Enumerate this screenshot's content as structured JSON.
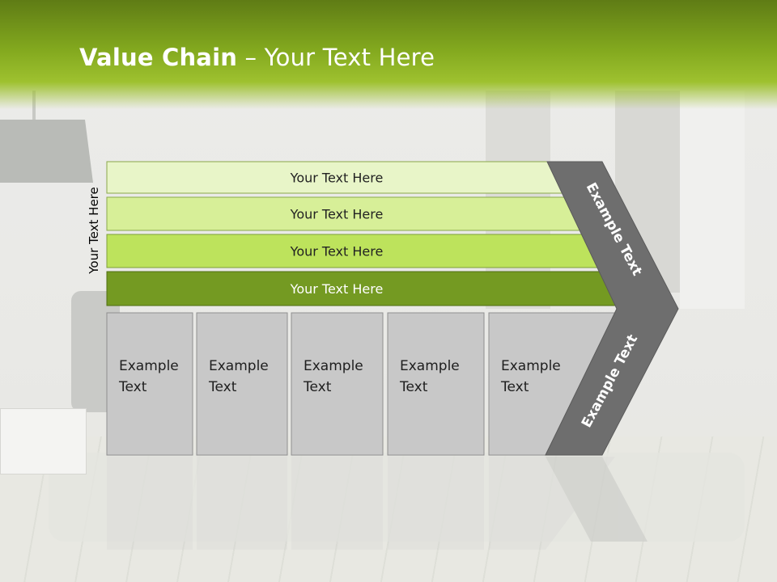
{
  "slide": {
    "title_bold": "Value Chain",
    "title_rest": " – Your Text Here"
  },
  "diagram": {
    "side_label": "Your Text Here",
    "rows": [
      {
        "label": "Your Text Here",
        "color": "#e8f5c8",
        "stroke": "#8aa84a"
      },
      {
        "label": "Your Text Here",
        "color": "#d7ef98",
        "stroke": "#8aa84a"
      },
      {
        "label": "Your Text Here",
        "color": "#bde35c",
        "stroke": "#7f9f3a"
      },
      {
        "label": "Your Text Here",
        "color": "#749a22",
        "stroke": "#4f6e12"
      }
    ],
    "boxes": [
      {
        "line1": "Example",
        "line2": "Text"
      },
      {
        "line1": "Example",
        "line2": "Text"
      },
      {
        "line1": "Example",
        "line2": "Text"
      },
      {
        "line1": "Example",
        "line2": "Text"
      },
      {
        "line1": "Example",
        "line2": "Text"
      }
    ],
    "arrow_upper_label": "Example Text",
    "arrow_lower_label": "Example Text",
    "box_color": "#c8c8c8",
    "arrow_color": "#6e6e6e"
  }
}
